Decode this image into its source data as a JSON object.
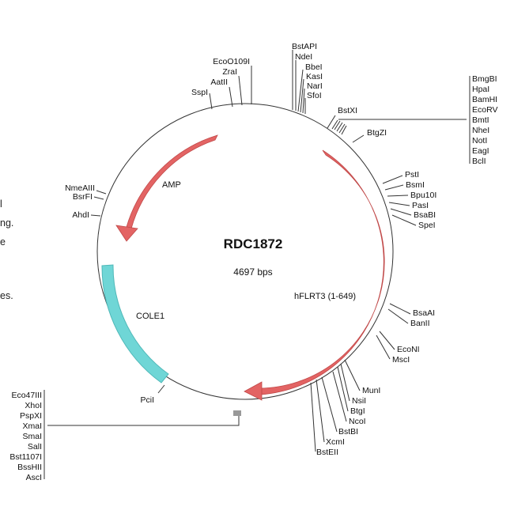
{
  "plasmid": {
    "name": "RDC1872",
    "size": "4697 bps",
    "features": [
      {
        "name": "AMP",
        "kind": "arrow",
        "color": "#e36464"
      },
      {
        "name": "hFLRT3 (1-649)",
        "kind": "arrow",
        "color": "#e36464"
      },
      {
        "name": "COLE1",
        "kind": "block",
        "color": "#6fd6d6"
      }
    ]
  },
  "sites": {
    "top_left": [
      "EcoO109I",
      "ZraI",
      "AatII",
      "SspI"
    ],
    "top_center": [
      "BstAPI",
      "NdeI",
      "BbeI",
      "KasI",
      "NarI",
      "SfoI"
    ],
    "bstxi": "BstXI",
    "right_box": [
      "BmgBI",
      "HpaI",
      "BamHI",
      "EcoRV",
      "BmtI",
      "NheI",
      "NotI",
      "EagI",
      "BclI"
    ],
    "btgzi": "BtgZI",
    "right_upper": [
      "PstI",
      "BsmI",
      "Bpu10I",
      "PasI",
      "BsaBI",
      "SpeI"
    ],
    "right_mid": [
      "BsaAI",
      "BanII"
    ],
    "right_lower": [
      "EcoNI",
      "MscI"
    ],
    "bottom_right": [
      "MunI",
      "NsiI",
      "BtgI",
      "NcoI",
      "BstBI",
      "XcmI",
      "BstEII"
    ],
    "left_upper": [
      "NmeAIII",
      "BsrFI",
      "AhdI"
    ],
    "pcii": "PciI",
    "left_box": [
      "Eco47III",
      "XhoI",
      "PspXI",
      "XmaI",
      "SmaI",
      "SalI",
      "Bst1107I",
      "BssHII",
      "AscI"
    ]
  },
  "edge_text": [
    "l",
    "ng.",
    "e",
    "es."
  ],
  "colors": {
    "arrow": "#e36464",
    "block": "#6fd6d6",
    "line": "#333333"
  }
}
